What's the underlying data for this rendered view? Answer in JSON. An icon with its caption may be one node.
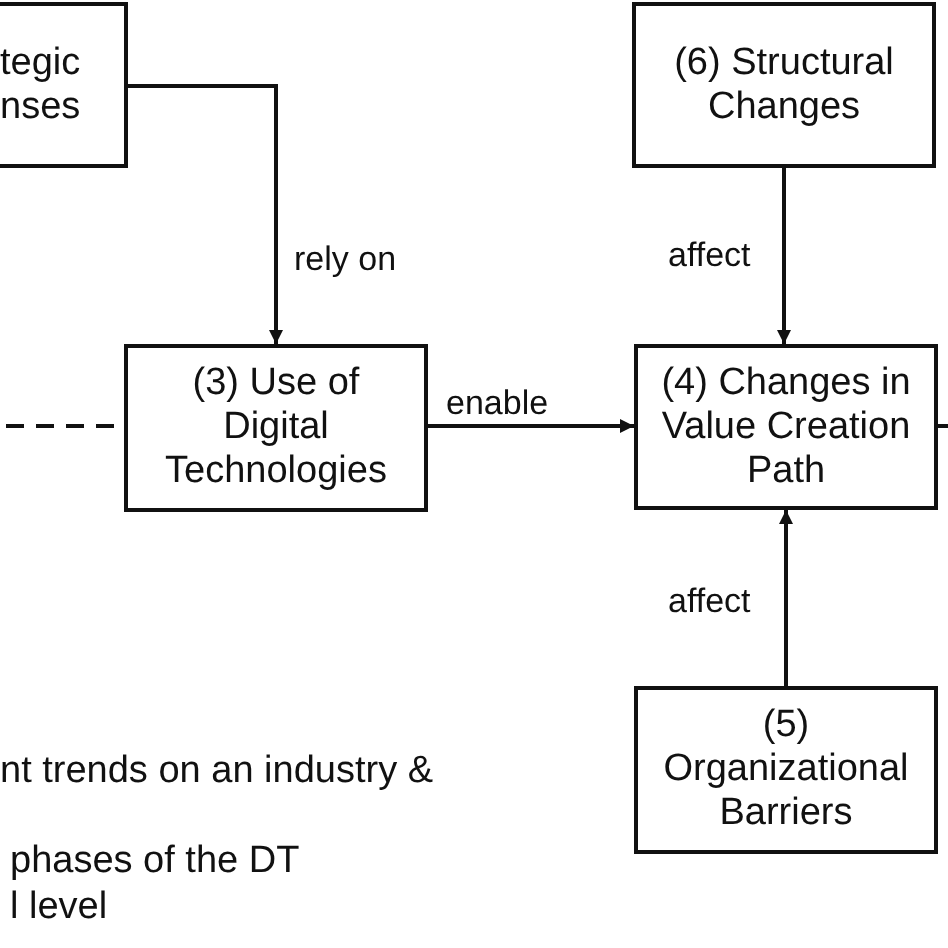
{
  "diagram": {
    "nodes": [
      {
        "text": [
          "tegic nses"
        ]
      },
      {
        "text": [
          "(6) Structural Changes"
        ]
      },
      {
        "text": [
          "(3) Use of Digital Technologies"
        ]
      },
      {
        "text": [
          "(4) Changes in Value Creation Path"
        ]
      },
      {
        "text": [
          "(5) Organizational Barriers"
        ]
      }
    ],
    "edges": [
      {
        "from": 0,
        "to": 2,
        "arrow": "to",
        "label": "rely on"
      },
      {
        "from": 1,
        "to": 3,
        "arrow": "to",
        "label": "affect"
      },
      {
        "from": null,
        "to": 2,
        "arrow": "none",
        "style": "dashed"
      },
      {
        "from": 2,
        "to": 3,
        "arrow": "to",
        "label": "enable"
      },
      {
        "from": 3,
        "to": null,
        "arrow": "none"
      },
      {
        "from": 4,
        "to": 3,
        "arrow": "to",
        "label": "affect"
      }
    ],
    "labels": [
      "nt trends on an industry &",
      "phases of the DT l level"
    ]
  }
}
